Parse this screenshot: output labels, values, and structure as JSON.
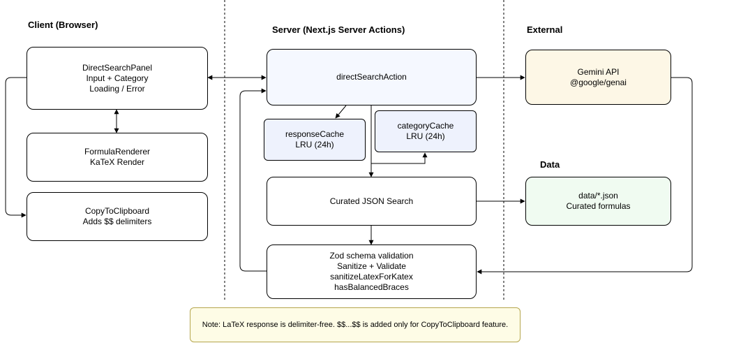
{
  "sections": {
    "client": "Client (Browser)",
    "server": "Server (Next.js Server Actions)",
    "external": "External",
    "data": "Data"
  },
  "nodes": {
    "direct_search_panel": [
      "DirectSearchPanel",
      "Input + Category",
      "Loading / Error"
    ],
    "formula_renderer": [
      "FormulaRenderer",
      "KaTeX Render"
    ],
    "copy_to_clipboard": [
      "CopyToClipboard",
      "Adds $$ delimiters"
    ],
    "direct_search_action": [
      "directSearchAction"
    ],
    "response_cache": [
      "responseCache",
      "LRU (24h)"
    ],
    "category_cache": [
      "categoryCache",
      "LRU (24h)"
    ],
    "curated_json_search": [
      "Curated JSON Search"
    ],
    "zod_validation": [
      "Zod schema validation",
      "Sanitize + Validate",
      "sanitizeLatexForKatex",
      "hasBalancedBraces"
    ],
    "gemini_api": [
      "Gemini API",
      "@google/genai"
    ],
    "data_json": [
      "data/*.json",
      "Curated formulas"
    ]
  },
  "note": "Note: LaTeX response is delimiter-free. $$...$$ is added only for CopyToClipboard feature.",
  "colors": {
    "server_fill": "#f5f8ff",
    "cache_fill": "#eef2fd",
    "external_fill": "#fdf7e6",
    "data_fill": "#f0fbf1",
    "note_fill": "#fefce6",
    "note_border": "#b5a64e"
  }
}
